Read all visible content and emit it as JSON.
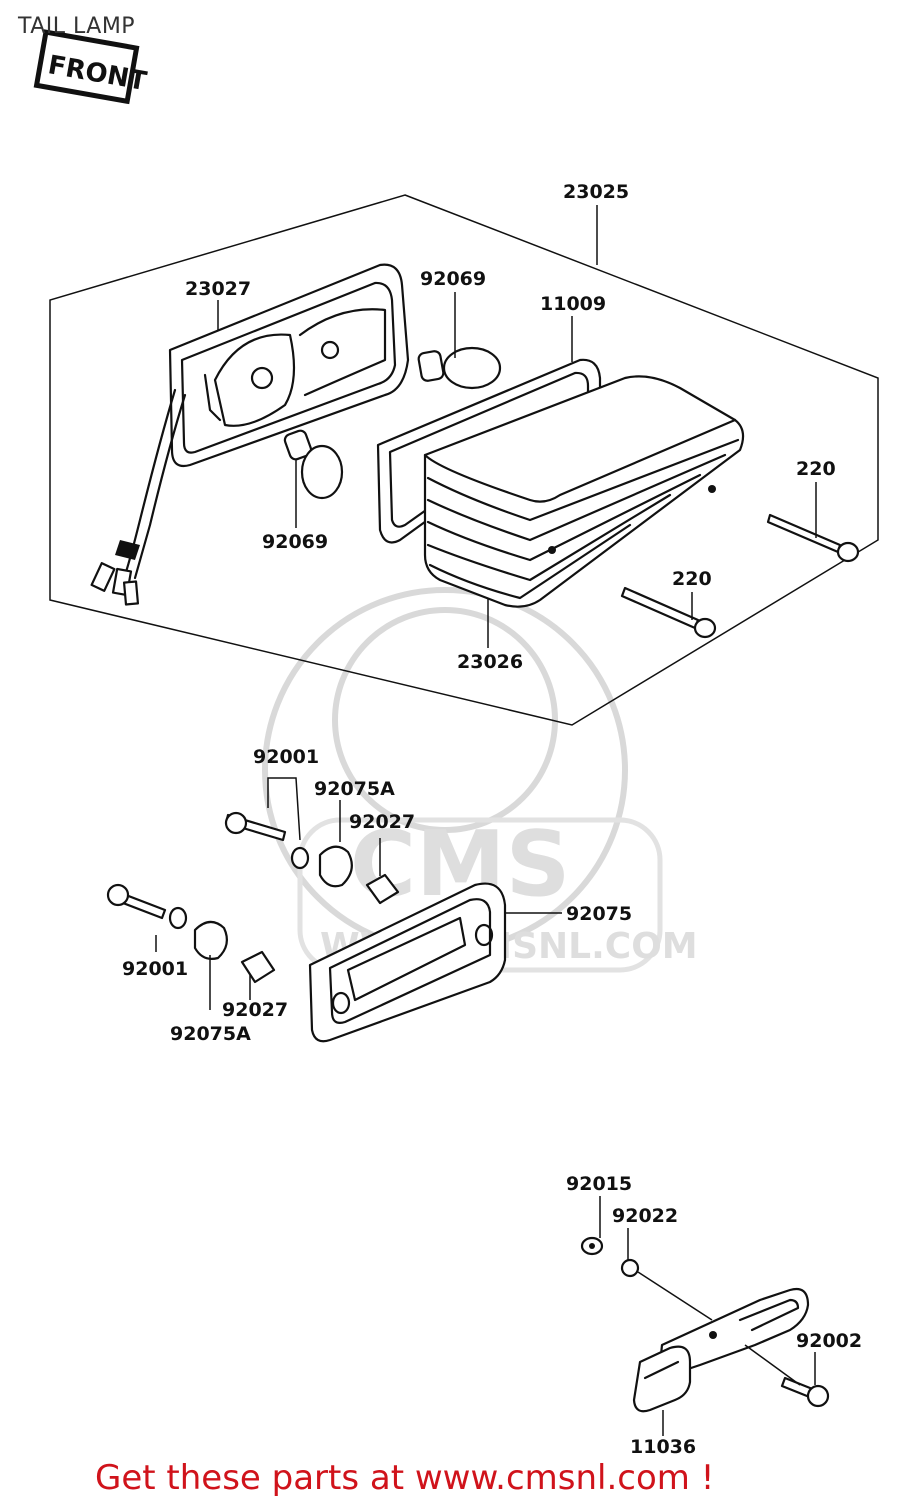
{
  "title": "TAIL LAMP",
  "front_stamp": "FRONT",
  "watermark": {
    "brand": "CMS",
    "site": "WWW.CMSNL.COM"
  },
  "labels": {
    "p23025": "23025",
    "p23027": "23027",
    "p92069_top": "92069",
    "p11009": "11009",
    "p220_top": "220",
    "p92069_bot": "92069",
    "p220_bot": "220",
    "p23026": "23026",
    "p92001_top": "92001",
    "p92075A_top": "92075A",
    "p92027_top": "92027",
    "p92075": "92075",
    "p92001_bot": "92001",
    "p92027_bot": "92027",
    "p92075A_bot": "92075A",
    "p92015": "92015",
    "p92022": "92022",
    "p92002": "92002",
    "p11036": "11036"
  },
  "footer": "Get these parts at www.cmsnl.com !",
  "colors": {
    "footer": "#d0131b",
    "ink": "#111111",
    "watermark": "#d9d9d9"
  }
}
